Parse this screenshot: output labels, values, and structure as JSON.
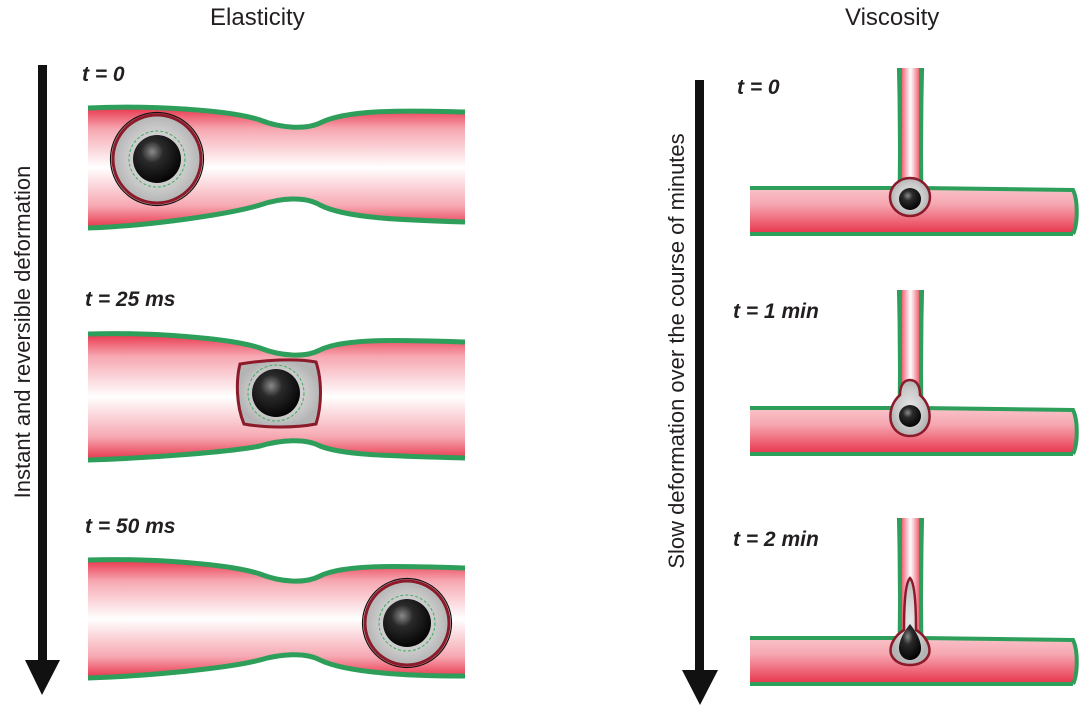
{
  "elasticity": {
    "title": "Elasticity",
    "axis_label": "Instant and reversible deformation",
    "stages": [
      {
        "time": "t = 0"
      },
      {
        "time": "t = 25 ms"
      },
      {
        "time": "t = 50 ms"
      }
    ]
  },
  "viscosity": {
    "title": "Viscosity",
    "axis_label": "Slow deformation over the course of minutes",
    "stages": [
      {
        "time": "t = 0"
      },
      {
        "time": "t = 1 min"
      },
      {
        "time": "t = 2 min"
      }
    ]
  },
  "colors": {
    "vessel_wall": "#2e9e5b",
    "vessel_red": "#e8334a",
    "cell_outline": "#8b1a2a",
    "nucleus": "#1a1a1a",
    "arrow": "#111111",
    "text": "#231f20"
  }
}
